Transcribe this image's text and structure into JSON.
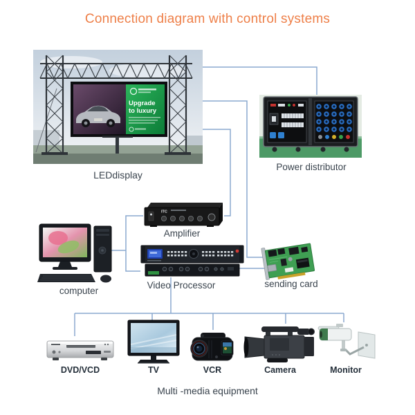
{
  "title": {
    "text": "Connection diagram with control systems"
  },
  "theme": {
    "accent_orange": "#ee7f48",
    "wire_blue": "#8aa9cf",
    "label_color": "#39434d",
    "background": "#ffffff"
  },
  "nodes": {
    "led_display": {
      "label": "LEDdisplay"
    },
    "power_distributor": {
      "label": "Power distributor"
    },
    "amplifier": {
      "label": "Amplifier",
      "brand": "ITC"
    },
    "computer": {
      "label": "computer"
    },
    "video_processor": {
      "label": "Video Processor"
    },
    "sending_card": {
      "label": "sending card"
    },
    "dvd_vcd": {
      "label": "DVD/VCD"
    },
    "tv": {
      "label": "TV"
    },
    "vcr": {
      "label": "VCR"
    },
    "camera": {
      "label": "Camera"
    },
    "monitor": {
      "label": "Monitor"
    }
  },
  "group_label": "Multi -media equipment",
  "billboard": {
    "headline_line1": "Upgrade",
    "headline_line2": "to luxury"
  },
  "connections": [
    "LEDdisplay - Power distributor",
    "LEDdisplay - sending card",
    "LEDdisplay - Amplifier",
    "Amplifier - Video Processor",
    "computer - Video Processor",
    "Video Processor - sending card",
    "Video Processor - multimedia bus (DVD/VCD, TV, VCR, Camera, Monitor)"
  ]
}
